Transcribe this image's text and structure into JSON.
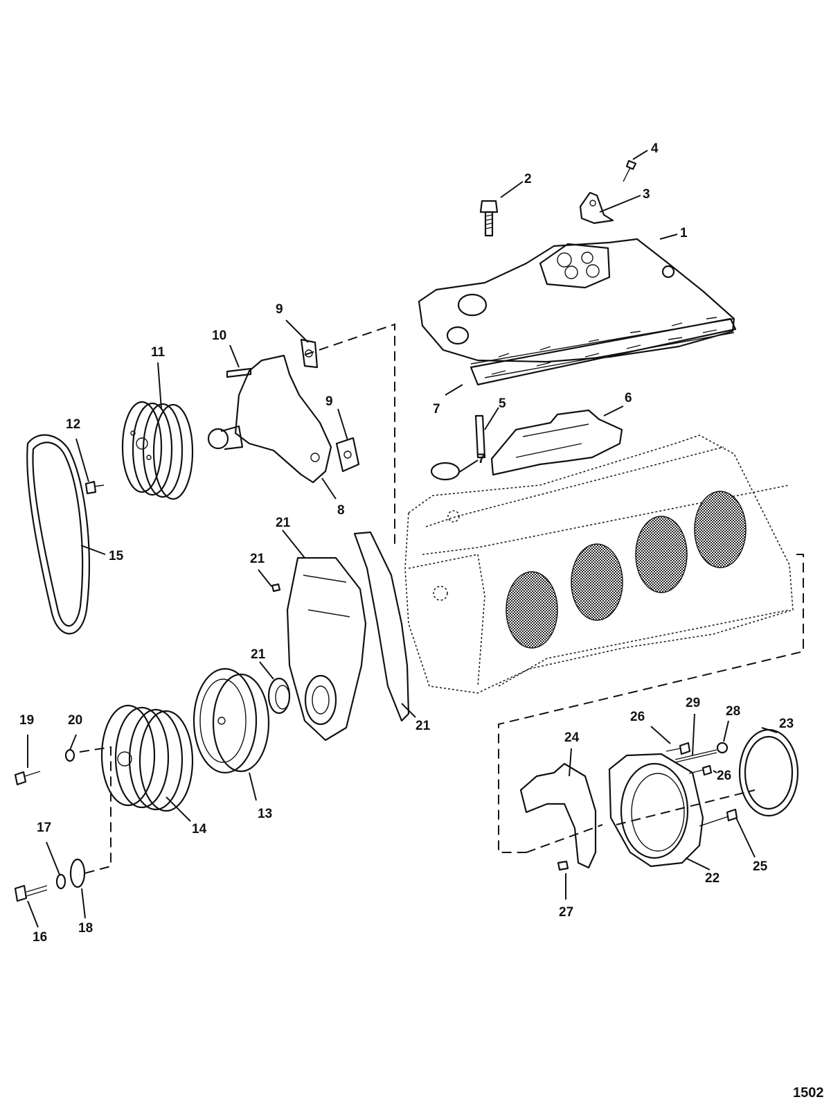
{
  "callouts": [
    "1",
    "2",
    "3",
    "4",
    "5",
    "6",
    "7",
    "7",
    "8",
    "9",
    "9",
    "10",
    "11",
    "12",
    "13",
    "14",
    "15",
    "16",
    "17",
    "18",
    "19",
    "20",
    "21",
    "21",
    "21",
    "21",
    "22",
    "23",
    "24",
    "25",
    "26",
    "26",
    "27",
    "28",
    "29"
  ],
  "sheet_number": "1502"
}
